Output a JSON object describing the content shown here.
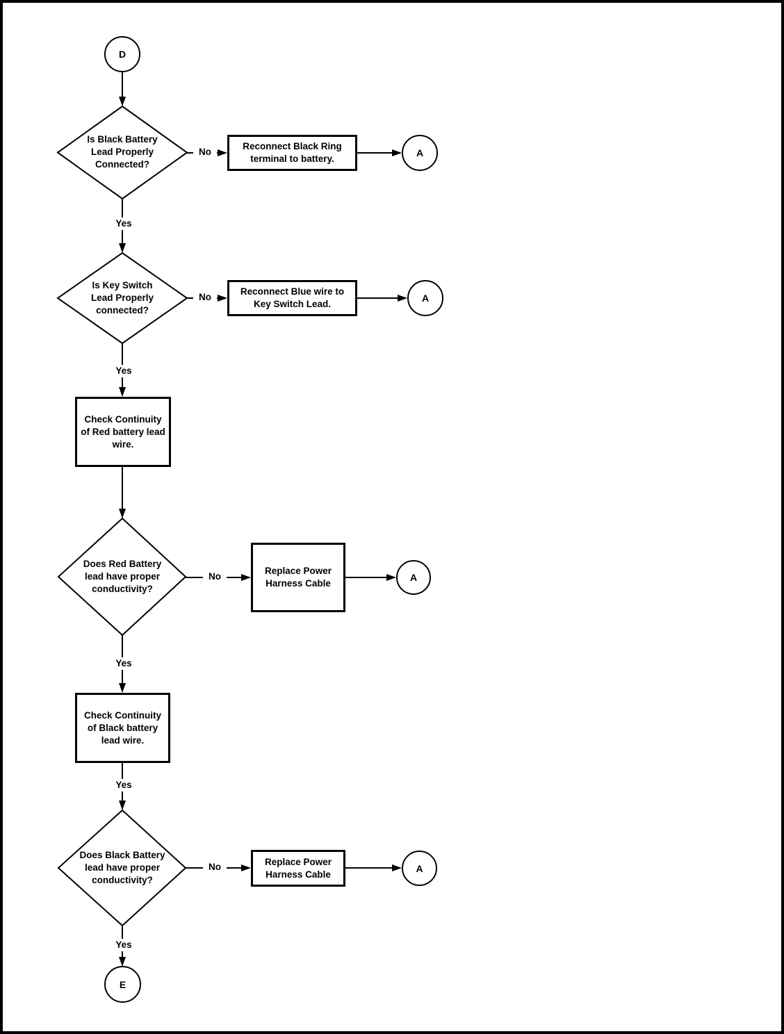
{
  "labels": {
    "yes": "Yes",
    "no": "No"
  },
  "nodes": {
    "start_connector": {
      "label": "D"
    },
    "connector_a": {
      "label": "A"
    },
    "end_connector": {
      "label": "E"
    },
    "decision_black_battery_lead": {
      "lines": [
        "Is Black Battery",
        "Lead Properly",
        "Connected?"
      ]
    },
    "action_reconnect_black_ring": {
      "lines": [
        "Reconnect Black Ring",
        "terminal to battery."
      ]
    },
    "decision_key_switch_lead": {
      "lines": [
        "Is Key Switch",
        "Lead Properly",
        "connected?"
      ]
    },
    "action_reconnect_blue_wire": {
      "lines": [
        "Reconnect Blue wire to",
        "Key Switch Lead."
      ]
    },
    "process_check_red_lead": {
      "lines": [
        "Check Continuity",
        "of Red battery lead",
        "wire."
      ]
    },
    "decision_red_conductivity": {
      "lines": [
        "Does Red Battery",
        "lead have proper",
        "conductivity?"
      ]
    },
    "action_replace_harness": {
      "lines": [
        "Replace Power",
        "Harness Cable"
      ]
    },
    "process_check_black_lead": {
      "lines": [
        "Check Continuity",
        "of Black battery",
        "lead wire."
      ]
    },
    "decision_black_conductivity": {
      "lines": [
        "Does Black Battery",
        "lead have proper",
        "conductivity?"
      ]
    }
  }
}
